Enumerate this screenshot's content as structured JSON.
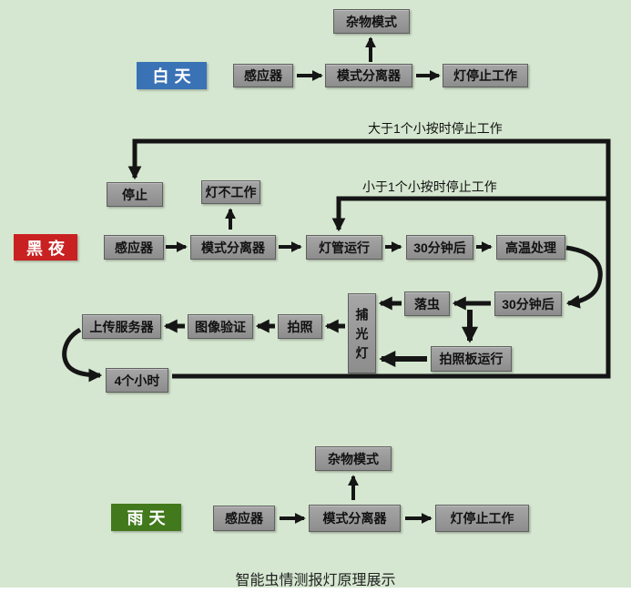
{
  "title": "智能虫情测报灯原理展示",
  "colors": {
    "background": "#d5e7d0",
    "box_fill": "#979797",
    "box_border": "#5f5f5f",
    "arrow": "#151515",
    "day_tag": "#3a72b6",
    "night_tag": "#c92121",
    "rain_tag": "#41791c"
  },
  "day": {
    "tag": "白天",
    "debris_mode": "杂物模式",
    "sensor": "感应器",
    "mode_separator": "模式分离器",
    "lamp_stop": "灯停止工作"
  },
  "night": {
    "tag": "黑夜",
    "gt_note": "大于1个小按时停止工作",
    "lt_note": "小于1个小按时停止工作",
    "stop": "停止",
    "lamp_off": "灯不工作",
    "sensor": "感应器",
    "mode_separator": "模式分离器",
    "lamp_run": "灯管运行",
    "after_30min_a": "30分钟后",
    "high_temp": "高温处理",
    "after_30min_b": "30分钟后",
    "insect_drop": "落虫",
    "light_trap": "捕光灯",
    "photo_board": "拍照板运行",
    "photo": "拍照",
    "image_verify": "图像验证",
    "upload_server": "上传服务器",
    "four_hours": "4个小时"
  },
  "rain": {
    "tag": "雨天",
    "debris_mode": "杂物模式",
    "sensor": "感应器",
    "mode_separator": "模式分离器",
    "lamp_stop": "灯停止工作"
  }
}
